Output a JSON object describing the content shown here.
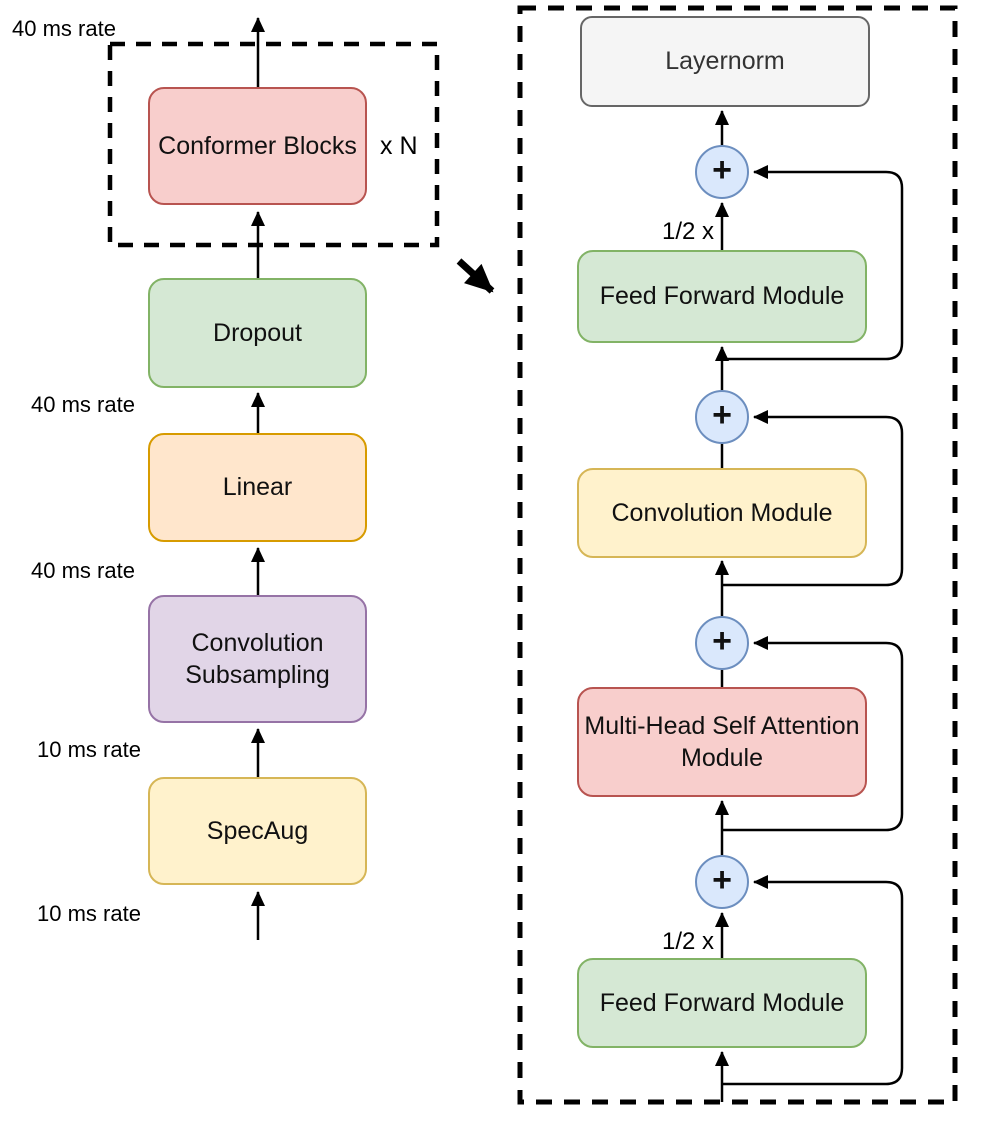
{
  "left_panel": {
    "rate_labels": {
      "output": "40 ms rate",
      "dropout_input": "40 ms rate",
      "linear_input": "40 ms rate",
      "convsub_input": "10 ms rate",
      "specaug_input": "10 ms rate"
    },
    "blocks": {
      "conformer": "Conformer Blocks",
      "repeat": "x N",
      "dropout": "Dropout",
      "linear": "Linear",
      "conv_subsampling": "Convolution Subsampling",
      "specaug": "SpecAug"
    }
  },
  "right_panel": {
    "layernorm": "Layernorm",
    "feed_forward_top_scale": "1/2 x",
    "feed_forward_top": "Feed Forward Module",
    "convolution_module": "Convolution Module",
    "mhsa_module": "Multi-Head Self Attention Module",
    "feed_forward_bottom_scale": "1/2 x",
    "feed_forward_bottom": "Feed Forward Module",
    "plus": "+"
  },
  "colors": {
    "red_fill": "#f8cecc",
    "red_stroke": "#b85450",
    "green_fill": "#d5e8d4",
    "green_stroke": "#82b366",
    "orange_fill": "#ffe6cc",
    "orange_stroke": "#d79b00",
    "purple_fill": "#e1d5e7",
    "purple_stroke": "#9673a6",
    "yellow_fill": "#fff2cc",
    "yellow_stroke": "#d6b656",
    "gray_fill": "#f5f5f5",
    "gray_stroke": "#666666",
    "plus_fill": "#dae8fc",
    "plus_stroke": "#6c8ebf",
    "line": "#000000"
  }
}
